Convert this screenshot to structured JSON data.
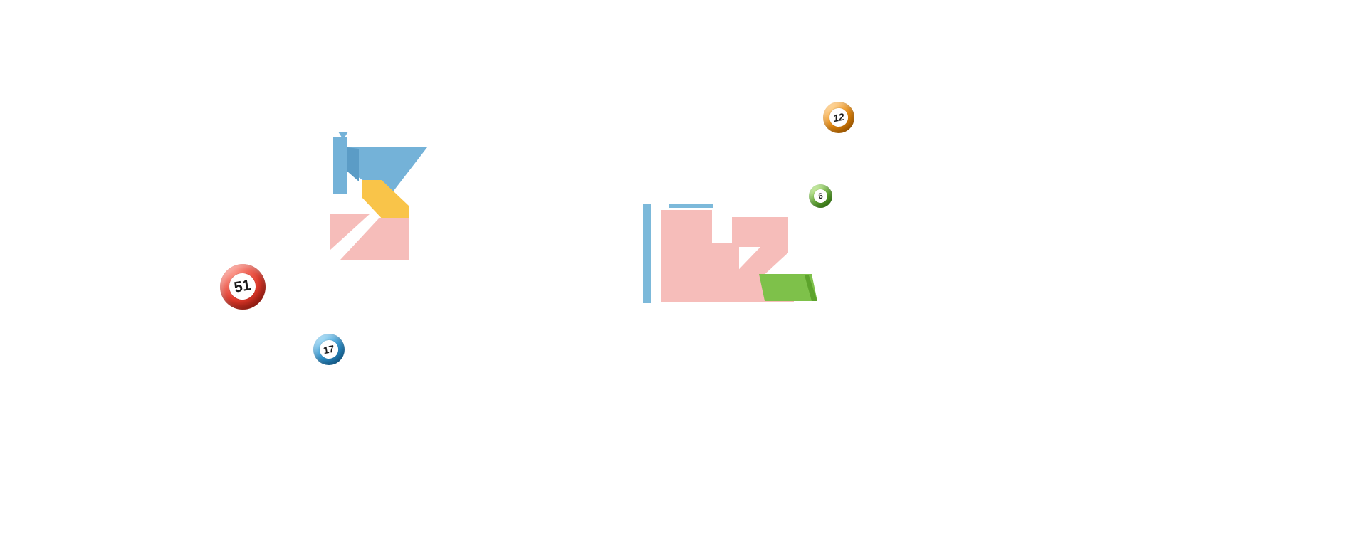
{
  "page": {
    "background": "#ffffff"
  },
  "decorations": {
    "left_illustration": {
      "name": "paper-windmill-illustration",
      "colors": {
        "blue": "#74b2d8",
        "dark_blue": "#5b9cc6",
        "yellow": "#f9c449",
        "pink": "#f6bdba"
      }
    },
    "right_illustration": {
      "name": "big-number-illustration",
      "colors": {
        "blue": "#7cb9da",
        "pink": "#f6bdba",
        "green": "#7ec14a",
        "dark_green": "#5da32c"
      }
    }
  },
  "balls": [
    {
      "number": "51",
      "color": "red",
      "hex": "#e2382a"
    },
    {
      "number": "17",
      "color": "blue",
      "hex": "#2b96d6"
    },
    {
      "number": "12",
      "color": "orange",
      "hex": "#f28c06"
    },
    {
      "number": "6",
      "color": "green",
      "hex": "#62b52e"
    }
  ]
}
